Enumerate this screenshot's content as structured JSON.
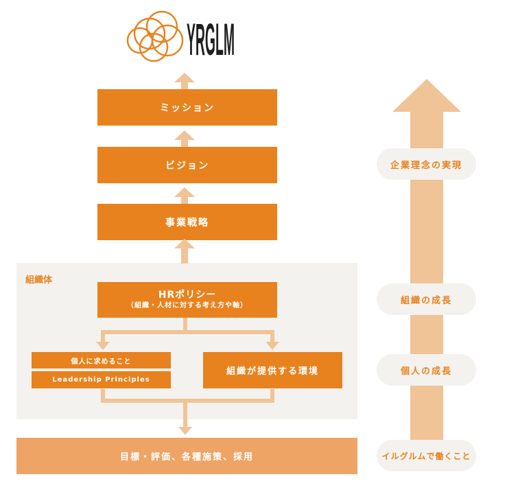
{
  "brand": {
    "wordmark": "YRGLM"
  },
  "colors": {
    "orange": "#e8821e",
    "light_orange": "#eda465",
    "peach": "#f0c497",
    "panel_bg": "#f4f2ee",
    "pill_bg": "#f4f2ee"
  },
  "hierarchy": {
    "mission": "ミッション",
    "vision": "ビジョン",
    "strategy": "事業戦略"
  },
  "org": {
    "label": "組織体",
    "policy_title": "HRポリシー",
    "policy_subtitle": "（組織・人材に対する考え方や軸）",
    "individual_requirements": "個人に求めること",
    "leadership_principles": "Leadership Principles",
    "environment": "組織が提供する環境"
  },
  "base": {
    "label": "目標・評価、各種施策、採用"
  },
  "growth_axis": {
    "stages": [
      "企業理念の実現",
      "組織の成長",
      "個人の成長",
      "イルグルムで働くこと"
    ]
  }
}
